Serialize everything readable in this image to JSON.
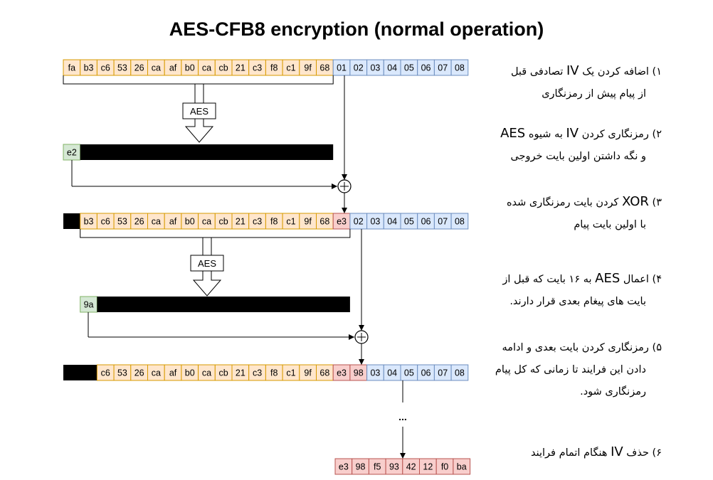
{
  "title": "AES-CFB8 encryption (normal operation)",
  "colors": {
    "orange_fill": "#ffe6cc",
    "orange_stroke": "#d79b00",
    "blue_fill": "#dae8fc",
    "blue_stroke": "#6c8ebf",
    "green_fill": "#d5e8d4",
    "green_stroke": "#82b366",
    "red_fill": "#f8cecc",
    "red_stroke": "#b85450",
    "black": "#000000"
  },
  "rows": {
    "row1": {
      "orange": [
        "fa",
        "b3",
        "c6",
        "53",
        "26",
        "ca",
        "af",
        "b0",
        "ca",
        "cb",
        "21",
        "c3",
        "f8",
        "c1",
        "9f",
        "68"
      ],
      "blue": [
        "01",
        "02",
        "03",
        "04",
        "05",
        "06",
        "07",
        "08"
      ]
    },
    "row3": {
      "orange": [
        "b3",
        "c6",
        "53",
        "26",
        "ca",
        "af",
        "b0",
        "ca",
        "cb",
        "21",
        "c3",
        "f8",
        "c1",
        "9f",
        "68"
      ],
      "red": [
        "e3"
      ],
      "blue": [
        "02",
        "03",
        "04",
        "05",
        "06",
        "07",
        "08"
      ]
    },
    "row5": {
      "orange": [
        "c6",
        "53",
        "26",
        "ca",
        "af",
        "b0",
        "ca",
        "cb",
        "21",
        "c3",
        "f8",
        "c1",
        "9f",
        "68"
      ],
      "red": [
        "e3",
        "98"
      ],
      "blue": [
        "03",
        "04",
        "05",
        "06",
        "07",
        "08"
      ]
    },
    "output": [
      "e3",
      "98",
      "f5",
      "93",
      "42",
      "12",
      "f0",
      "ba"
    ]
  },
  "aes_label": "AES",
  "output_bytes": {
    "first": "e2",
    "second": "9a"
  },
  "xor_symbol": "+",
  "ellipsis": "...",
  "steps": [
    {
      "num": "۱)",
      "line1_pre": "اضافه کردن یک ",
      "line1_big": "IV",
      "line1_post": " تصادفی قبل",
      "line2": "از پیام پیش از رمزنگاری",
      "line3": ""
    },
    {
      "num": "۲)",
      "line1_pre": "رمزنگاری کردن ",
      "line1_big": "IV",
      "line1_mid": " به شیوه ",
      "line1_big2": "AES",
      "line2": "و نگه داشتن اولین بایت خروجی",
      "line3": ""
    },
    {
      "num": "۳)",
      "line1_big": "XOR",
      "line1_post": " کردن بایت رمزنگاری شده",
      "line2": "با اولین بایت پیام",
      "line3": ""
    },
    {
      "num": "۴)",
      "line1_pre": "اعمال ",
      "line1_big": "AES",
      "line1_post": " به ۱۶ بایت که قبل از",
      "line2": "بایت های پیغام بعدی قرار دارند.",
      "line3": ""
    },
    {
      "num": "۵)",
      "line1_pre": "رمزنگاری کردن بایت بعدی و ادامه",
      "line2": "دادن این فرایند تا زمانی که کل پیام",
      "line3": "رمزنگاری شود."
    },
    {
      "num": "۶)",
      "line1_pre": "حذف ",
      "line1_big": "IV",
      "line1_post": " هنگام اتمام فرایند",
      "line2": "",
      "line3": ""
    }
  ]
}
